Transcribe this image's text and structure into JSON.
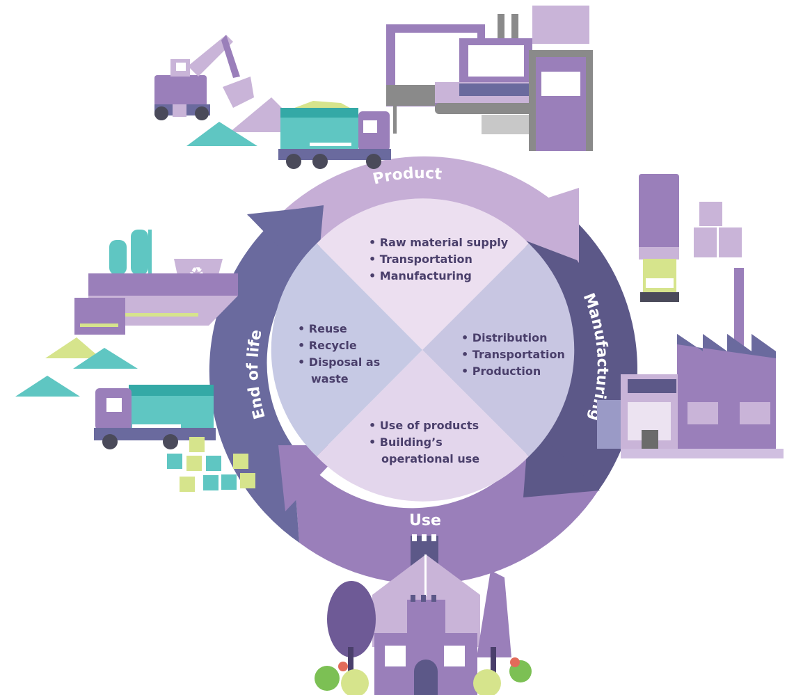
{
  "cycle": {
    "stages": {
      "product": "Product",
      "manufacturing": "Manufacturing",
      "use": "Use",
      "end_of_life": "End of life"
    },
    "quadrants": {
      "top": [
        "Raw material supply",
        "Transportation",
        "Manufacturing"
      ],
      "right": [
        "Distribution",
        "Transportation",
        "Production"
      ],
      "bottom": [
        "Use of products",
        "Building’s",
        "operational use"
      ],
      "left": [
        "Reuse",
        "Recycle",
        "Disposal as",
        "waste"
      ]
    }
  },
  "colors": {
    "ring_product": "#c6aed6",
    "ring_manufacturing": "#5c5888",
    "ring_use": "#9a7fba",
    "ring_end_of_life": "#6a6a9e",
    "quad_top": "#ecdff0",
    "quad_right": "#c8c6e2",
    "quad_bottom": "#e3d6ec",
    "quad_left": "#c6c9e4",
    "teal": "#5fc6c2",
    "lime": "#d6e48c",
    "purple": "#9a7fba",
    "light_purple": "#c9b4d8"
  }
}
